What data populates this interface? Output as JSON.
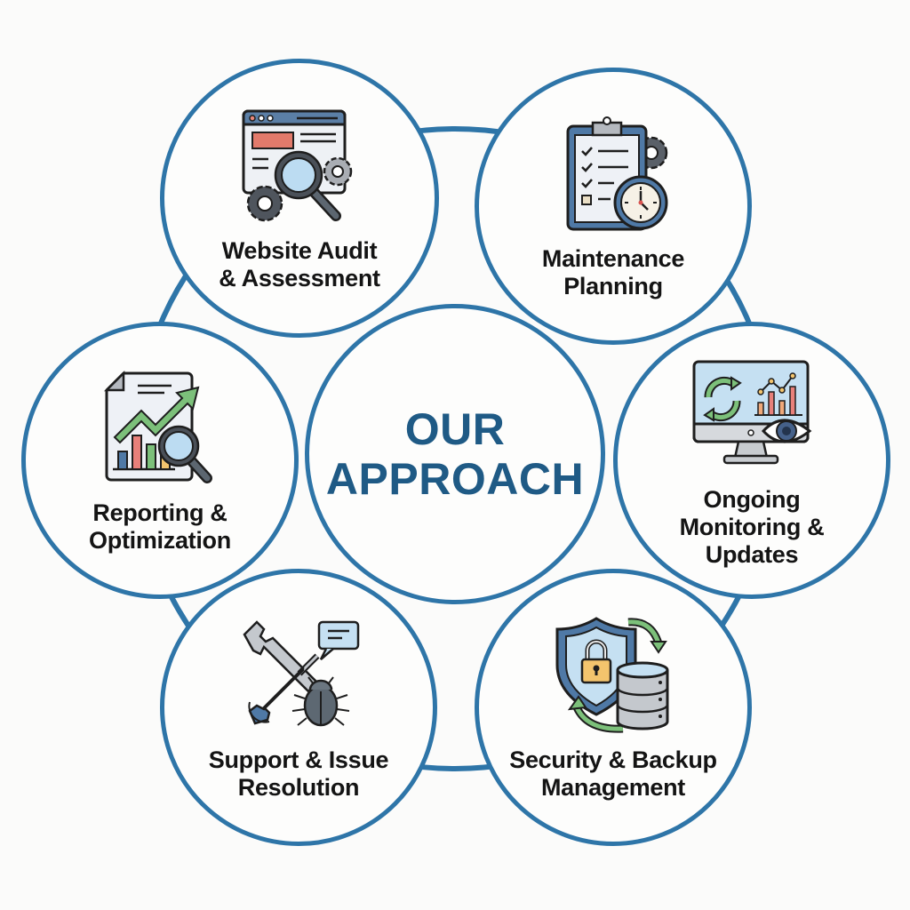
{
  "diagram": {
    "title_line1": "OUR",
    "title_line2": "APPROACH",
    "colors": {
      "stroke": "#2e75a8",
      "title": "#1f5a85",
      "label": "#141414",
      "background": "#fbfbfa"
    },
    "nodes": [
      {
        "id": "audit",
        "label": "Website Audit\n& Assessment",
        "icon": "browser-magnifier-gears-icon"
      },
      {
        "id": "planning",
        "label": "Maintenance\nPlanning",
        "icon": "clipboard-clock-gear-icon"
      },
      {
        "id": "monitoring",
        "label": "Ongoing\nMonitoring &\nUpdates",
        "icon": "monitor-sync-chart-eye-icon"
      },
      {
        "id": "security",
        "label": "Security & Backup\nManagement",
        "icon": "shield-lock-database-icon"
      },
      {
        "id": "support",
        "label": "Support & Issue\nResolution",
        "icon": "wrench-screwdriver-bug-icon"
      },
      {
        "id": "reporting",
        "label": "Reporting &\nOptimization",
        "icon": "report-chart-magnifier-icon"
      }
    ]
  }
}
